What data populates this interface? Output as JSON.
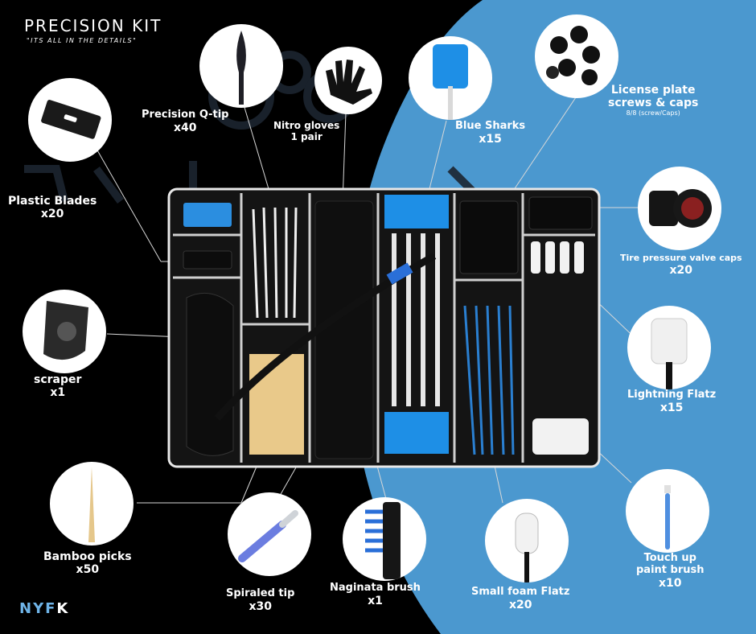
{
  "header": {
    "title": "PRECISION KIT",
    "tagline": "\"ITS ALL IN THE DETAILS\""
  },
  "brand": {
    "logo_main": "NYF",
    "logo_accent": "K"
  },
  "colors": {
    "background": "#000000",
    "accent_blue": "#4b98cf",
    "foam_blue": "#1e90e0"
  },
  "items": {
    "plastic_blades": {
      "name": "Plastic Blades",
      "qty": "x20",
      "icon": "razor-blade-icon"
    },
    "precision_qtip": {
      "name": "Precision Q-tip",
      "qty": "x40",
      "icon": "qtip-icon"
    },
    "nitro_gloves": {
      "name": "Nitro gloves",
      "qty": "1 pair",
      "icon": "glove-icon"
    },
    "blue_sharks": {
      "name": "Blue Sharks",
      "qty": "x15",
      "icon": "foam-swab-icon"
    },
    "license_plate": {
      "name_line1": "License plate",
      "name_line2": "screws & caps",
      "sub": "8/8 (screw/Caps)",
      "icon": "screw-caps-icon"
    },
    "tire_valve_caps": {
      "name": "Tire pressure valve caps",
      "qty": "x20",
      "icon": "valve-cap-icon"
    },
    "scraper": {
      "name": "scraper",
      "qty": "x1",
      "icon": "scraper-icon"
    },
    "lightning_flatz": {
      "name": "Lightning Flatz",
      "qty": "x15",
      "icon": "flat-swab-icon"
    },
    "bamboo_picks": {
      "name": "Bamboo picks",
      "qty": "x50",
      "icon": "bamboo-pick-icon"
    },
    "spiraled_tip": {
      "name": "Spiraled tip",
      "qty": "x30",
      "icon": "spiral-tip-icon"
    },
    "naginata_brush": {
      "name": "Naginata brush",
      "qty": "x1",
      "icon": "brush-icon"
    },
    "small_foam_flatz": {
      "name": "Small foam Flatz",
      "qty": "x20",
      "icon": "small-foam-swab-icon"
    },
    "touch_up_brush": {
      "name_line1": "Touch up",
      "name_line2": "paint brush",
      "qty": "x10",
      "icon": "paint-brush-icon"
    }
  }
}
